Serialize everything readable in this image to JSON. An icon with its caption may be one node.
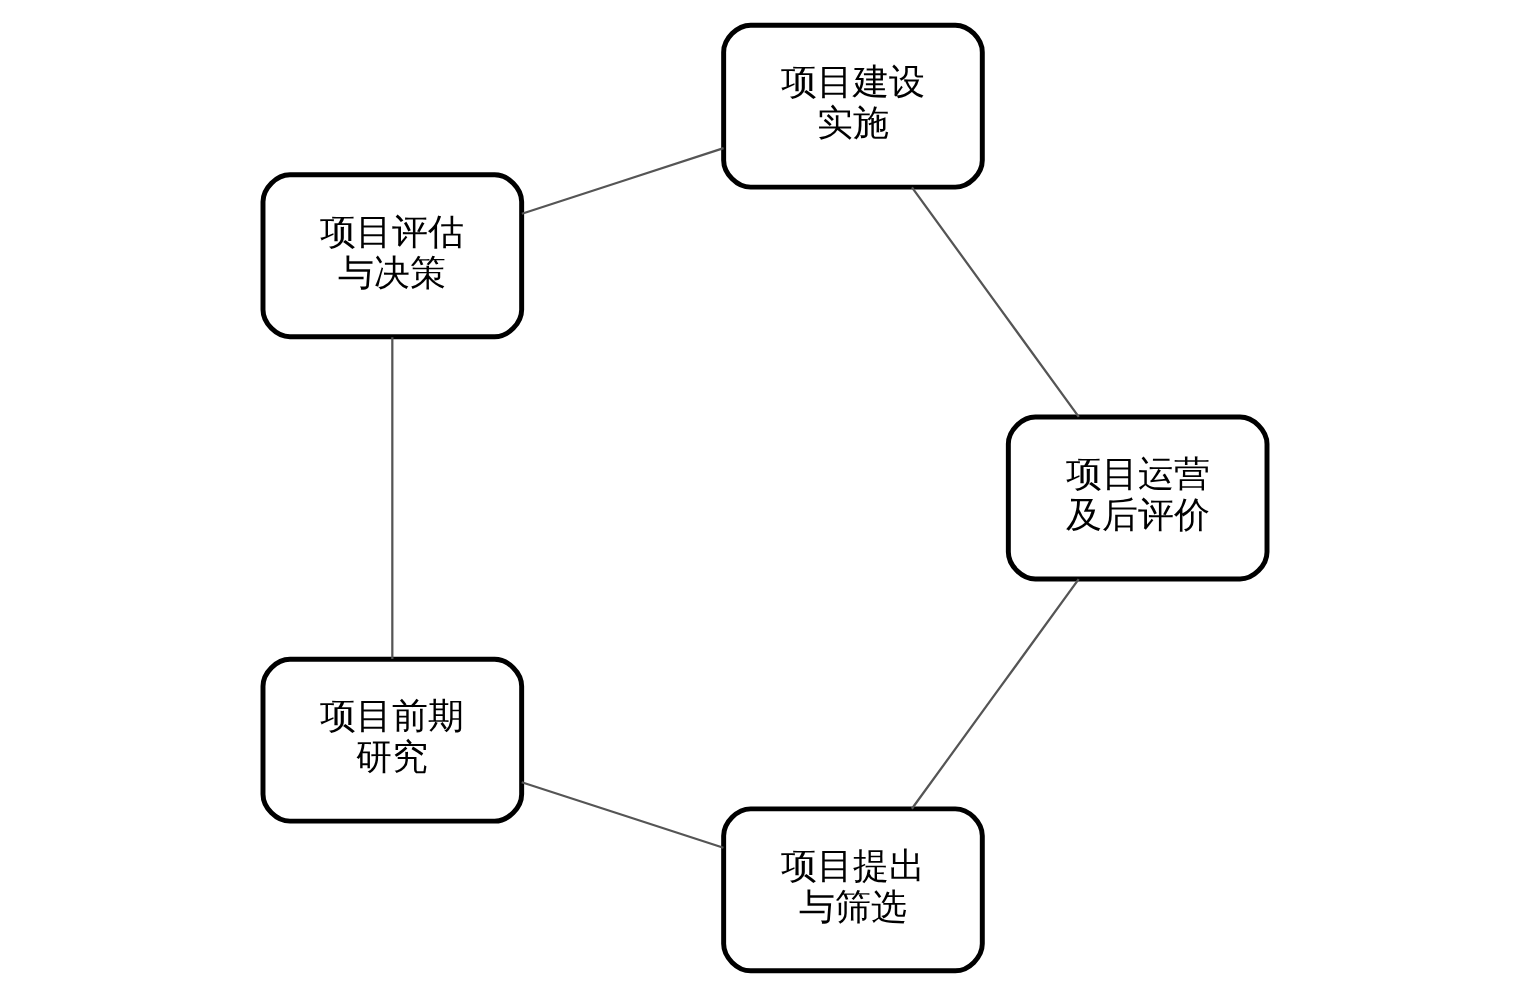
{
  "diagram": {
    "nodes": [
      {
        "text": [
          "项目提出与筛选"
        ]
      },
      {
        "text": [
          "项目前期研究"
        ]
      },
      {
        "text": [
          "项目评估与决策"
        ]
      },
      {
        "text": [
          "项目建设实施"
        ]
      },
      {
        "text": [
          "项目运营及后评价"
        ]
      }
    ],
    "edges": [
      {
        "from": 0,
        "to": 1,
        "arrow": "none"
      },
      {
        "from": 1,
        "to": 2,
        "arrow": "none"
      },
      {
        "from": 2,
        "to": 3,
        "arrow": "none"
      },
      {
        "from": 3,
        "to": 4,
        "arrow": "none"
      },
      {
        "from": 4,
        "to": 0,
        "arrow": "none"
      }
    ]
  }
}
